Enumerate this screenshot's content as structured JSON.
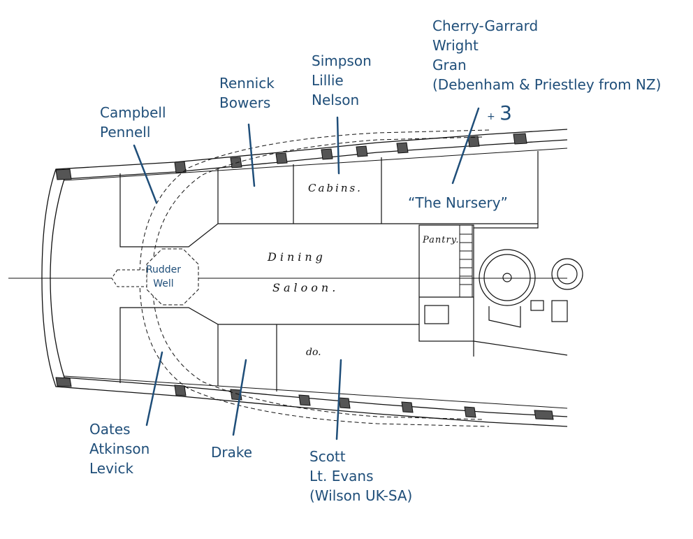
{
  "plan_labels": {
    "cabins": "Cabins.",
    "dining": "Dining",
    "saloon": "Saloon.",
    "pantry": "Pantry.",
    "ditto": "do."
  },
  "annotations": {
    "campbell_group": [
      "Campbell",
      "Pennell"
    ],
    "rennick_group": [
      "Rennick",
      "Bowers"
    ],
    "simpson_group": [
      "Simpson",
      "Lillie",
      "Nelson"
    ],
    "cherry_group": [
      "Cherry-Garrard",
      "Wright",
      "Gran",
      "(Debenham & Priestley from NZ)"
    ],
    "plus_three": {
      "sign": "+",
      "number": "3"
    },
    "nursery": "“The Nursery”",
    "rudder_well": [
      "Rudder",
      "Well"
    ],
    "oates_group": [
      "Oates",
      "Atkinson",
      "Levick"
    ],
    "drake_group": [
      "Drake"
    ],
    "scott_group": [
      "Scott",
      "Lt. Evans",
      "(Wilson UK-SA)"
    ]
  },
  "colors": {
    "annotation": "#1f4e79",
    "drawing": "#111111"
  }
}
